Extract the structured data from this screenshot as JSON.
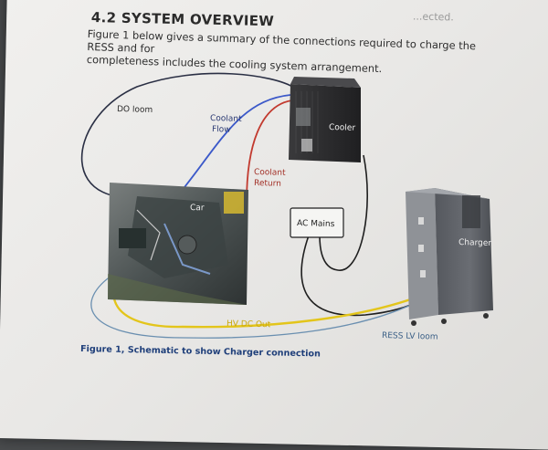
{
  "header": {
    "corner_text": "...ected.",
    "title": "4.2 SYSTEM OVERVIEW",
    "intro_line1": "Figure 1 below gives a summary of the connections required to charge the RESS and for",
    "intro_line2": "completeness includes the cooling system arrangement."
  },
  "diagram": {
    "labels": {
      "do_loom": "DO loom",
      "coolant_flow_1": "Coolant",
      "coolant_flow_2": "Flow",
      "coolant_return_1": "Coolant",
      "coolant_return_2": "Return",
      "cooler": "Cooler",
      "car": "Car",
      "ac_mains": "AC Mains",
      "charger": "Charger",
      "hv_dc_out": "HV DC Out",
      "ress_lv_loom": "RESS LV loom"
    },
    "caption": "Figure 1, Schematic to show Charger connection",
    "colors": {
      "coolant_flow": "#3b59c9",
      "coolant_return": "#c23a2f",
      "hv_dc": "#e3c51b",
      "do_loom": "#2a2f44",
      "ac_mains": "#1f1f1f",
      "ress_lv": "#6a8fb0",
      "caption": "#1f3f7a"
    }
  }
}
